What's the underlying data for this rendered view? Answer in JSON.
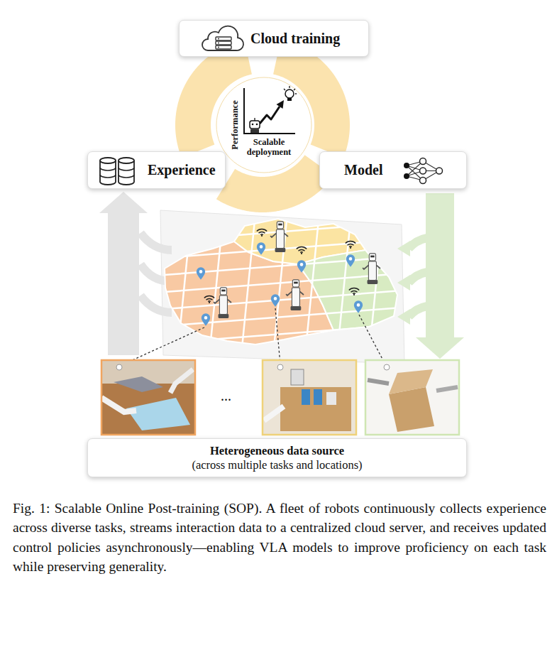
{
  "diagram": {
    "caption": "Fig. 1: Scalable Online Post-training (SOP). A fleet of robots continuously collects experience across diverse tasks, streams interaction data to a centralized cloud server, and receives updated control policies asynchronously—enabling VLA models to improve proficiency on each task while preserving generality.",
    "nodes": [
      {
        "text": [
          "Cloud training"
        ]
      },
      {
        "text": [
          "Performance",
          "Scalable deployment"
        ]
      },
      {
        "text": [
          "Experience"
        ]
      },
      {
        "text": [
          "Model"
        ]
      },
      {
        "text": [
          "Heterogeneous data source",
          "(across multiple tasks and locations)"
        ]
      }
    ],
    "edges": [
      {
        "from": 2,
        "to": 0,
        "arrow": "none"
      },
      {
        "from": 0,
        "to": 3,
        "arrow": "none"
      },
      {
        "from": 3,
        "to": 2,
        "arrow": "none"
      }
    ],
    "labels": [
      "..."
    ]
  }
}
